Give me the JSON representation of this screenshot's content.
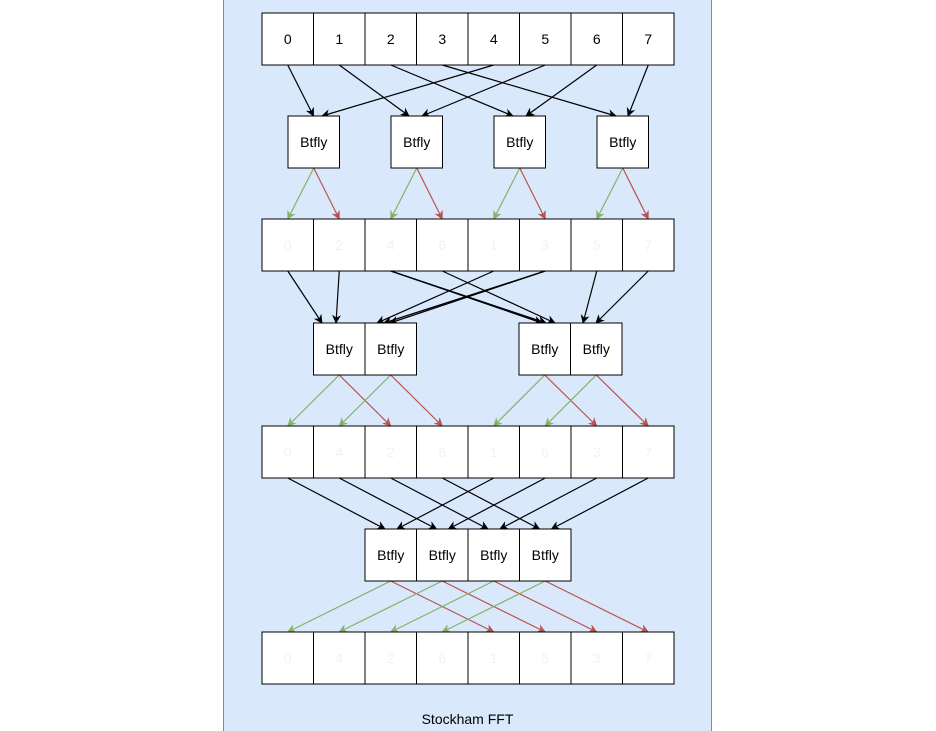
{
  "panel": {
    "label": "Stockham FFT"
  },
  "input_row": {
    "labels": [
      "0",
      "1",
      "2",
      "3",
      "4",
      "5",
      "6",
      "7"
    ]
  },
  "stage1_row": {
    "labels": [
      "0",
      "2",
      "4",
      "6",
      "1",
      "3",
      "5",
      "7"
    ]
  },
  "stage2_row": {
    "labels": [
      "0",
      "4",
      "2",
      "6",
      "1",
      "5",
      "3",
      "7"
    ]
  },
  "output_row": {
    "labels": [
      "0",
      "4",
      "2",
      "6",
      "1",
      "5",
      "3",
      "7"
    ]
  },
  "butterfly": {
    "label": "Btfly"
  },
  "colors": {
    "panel_fill": "#dae8fc",
    "panel_border": "#6c8ebf",
    "input_arrow": "#000000",
    "even_output_arrow": "#82b366",
    "odd_output_arrow": "#b85450"
  }
}
